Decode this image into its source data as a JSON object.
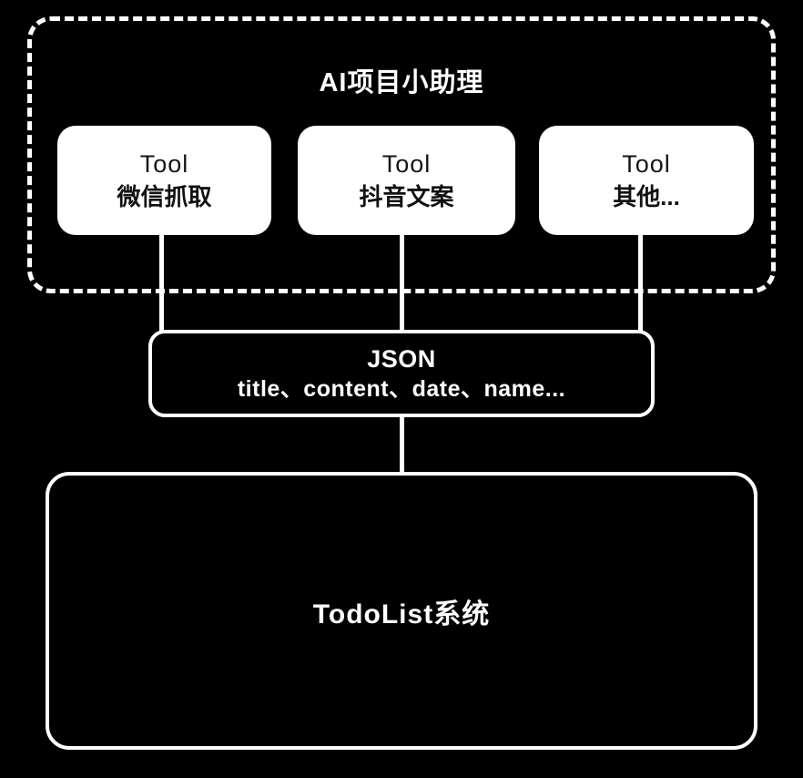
{
  "colors": {
    "background": "#000000",
    "node_fill": "#ffffff",
    "node_text_dark": "#111111",
    "line": "#ffffff",
    "border": "#ffffff"
  },
  "assistant": {
    "title": "AI项目小助理",
    "tools": [
      {
        "type_label": "Tool",
        "name": "微信抓取"
      },
      {
        "type_label": "Tool",
        "name": "抖音文案"
      },
      {
        "type_label": "Tool",
        "name": "其他..."
      }
    ]
  },
  "json_node": {
    "title": "JSON",
    "fields": "title、content、date、name..."
  },
  "todo_node": {
    "label": "TodoList系统"
  }
}
